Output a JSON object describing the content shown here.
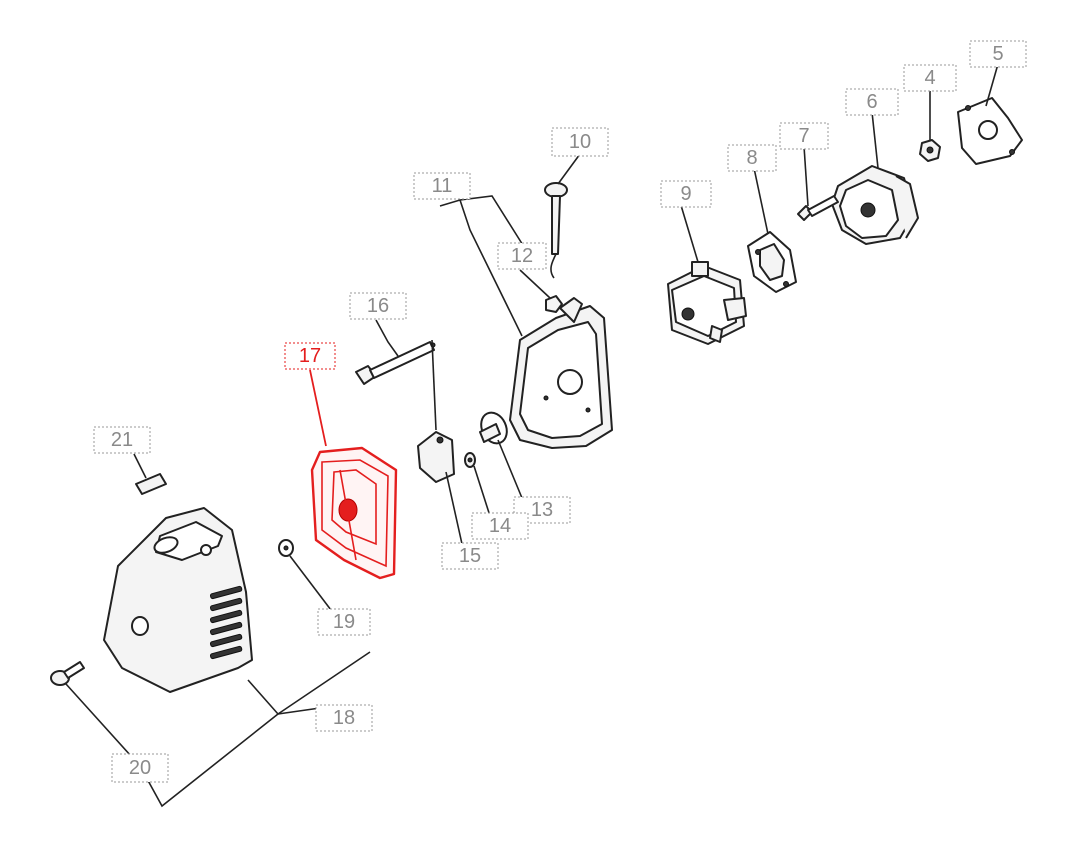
{
  "diagram": {
    "highlight_color": "#e41e1e",
    "callouts": [
      {
        "id": "c1",
        "label": "5"
      },
      {
        "id": "c2",
        "label": "4"
      },
      {
        "id": "c3",
        "label": "6"
      },
      {
        "id": "c4",
        "label": "7"
      },
      {
        "id": "c5",
        "label": "10"
      },
      {
        "id": "c6",
        "label": "8"
      },
      {
        "id": "c7",
        "label": "11"
      },
      {
        "id": "c8",
        "label": "9"
      },
      {
        "id": "c9",
        "label": "12"
      },
      {
        "id": "c10",
        "label": "16"
      },
      {
        "id": "c11",
        "label": "17"
      },
      {
        "id": "c12",
        "label": "21"
      },
      {
        "id": "c13",
        "label": "13"
      },
      {
        "id": "c14",
        "label": "14"
      },
      {
        "id": "c15",
        "label": "15"
      },
      {
        "id": "c16",
        "label": "19"
      },
      {
        "id": "c17",
        "label": "18"
      },
      {
        "id": "c18",
        "label": "20"
      }
    ]
  }
}
